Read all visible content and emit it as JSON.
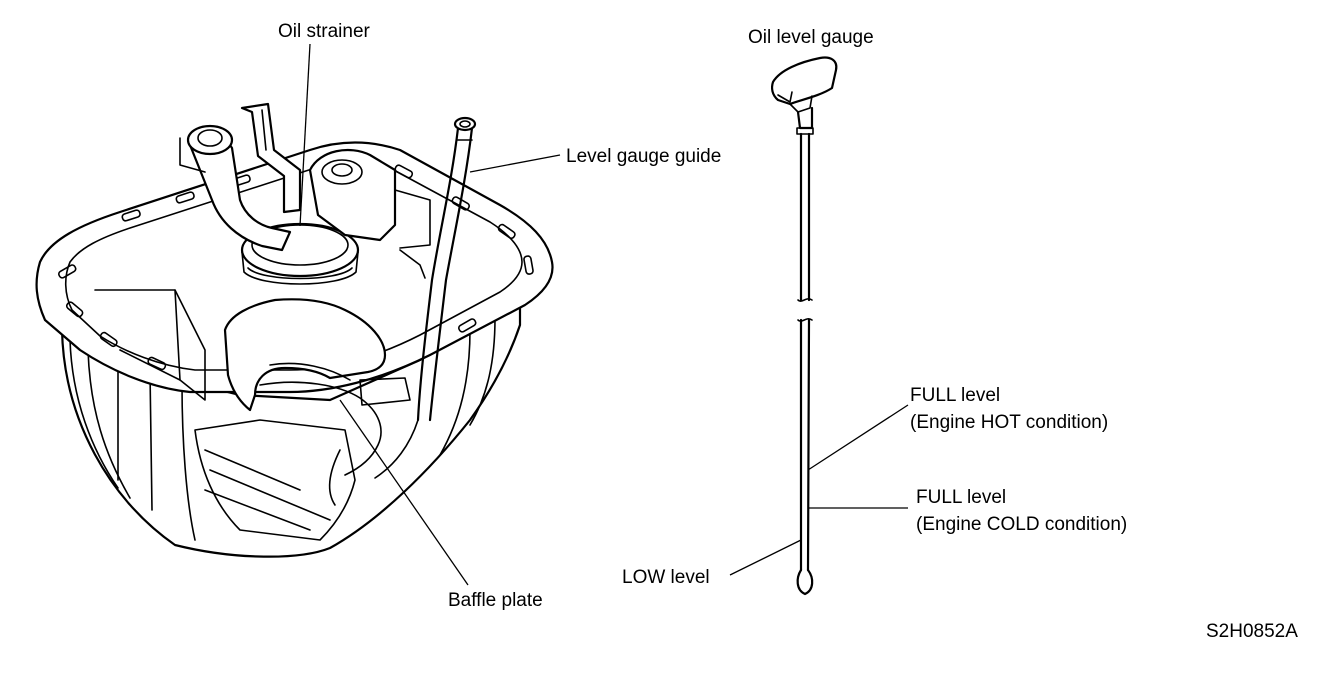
{
  "labels": {
    "oil_strainer": "Oil strainer",
    "level_gauge_guide": "Level gauge guide",
    "baffle_plate": "Baffle plate",
    "oil_level_gauge": "Oil level gauge",
    "full_hot_line1": "FULL level",
    "full_hot_line2": "(Engine HOT condition)",
    "full_cold_line1": "FULL level",
    "full_cold_line2": "(Engine COLD condition)",
    "low_level": "LOW level",
    "figure_code": "S2H0852A"
  }
}
